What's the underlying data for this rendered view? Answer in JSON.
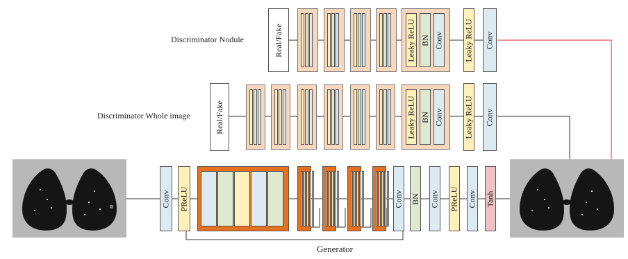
{
  "labels": {
    "disc_nodule": "Discriminator Nodule",
    "disc_whole": "Discriminator Whole image",
    "generator": "Generator",
    "real_fake": "Real/Fake",
    "leaky_relu": "Leaky ReLU",
    "bn": "BN",
    "conv": "Conv",
    "prelu": "PReLU",
    "tanh": "Tanh"
  },
  "colors": {
    "conv": "#dcebf2",
    "bn": "#dfe9cf",
    "prelu": "#fdf0b8",
    "leaky": "#fdf0b8",
    "tanh": "#efc3c3",
    "block_peach": "#f8d7bd",
    "residual_orange": "#e8701e",
    "highlight_red": "#e02020",
    "ct_background": "#b5b5b5"
  }
}
